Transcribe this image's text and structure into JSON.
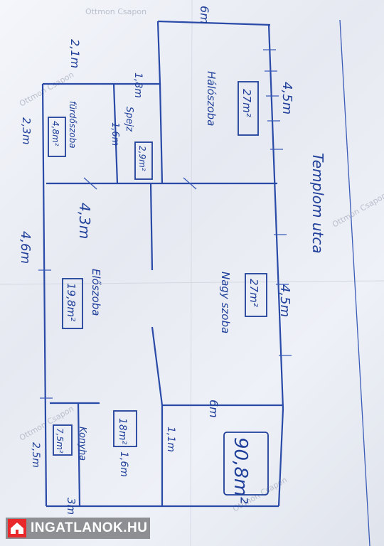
{
  "street": "Templom utca",
  "total_area": "90,8m²",
  "rooms": [
    {
      "name": "Hálószoba",
      "area": "27m²"
    },
    {
      "name": "Nagy szoba",
      "area": "27m²"
    },
    {
      "name": "Spejz",
      "area": "2,9m²"
    },
    {
      "name": "fürdőszoba",
      "area": "4,8m²"
    },
    {
      "name": "Előszoba",
      "area": "19,8m²"
    },
    {
      "name": "Konyha",
      "area": "7,5m²"
    },
    {
      "name": "",
      "area": "18m²"
    }
  ],
  "dimensions": [
    "6m",
    "4,5m",
    "4,5m",
    "6m",
    "1,8m",
    "1,6m",
    "2,1m",
    "2,3m",
    "4,3m",
    "4,6m",
    "1,1m",
    "1,6m",
    "2,5m",
    "3m"
  ],
  "watermark": {
    "brand": "INGATLANOK.HU",
    "copyright": "Ottmon Csapon"
  }
}
